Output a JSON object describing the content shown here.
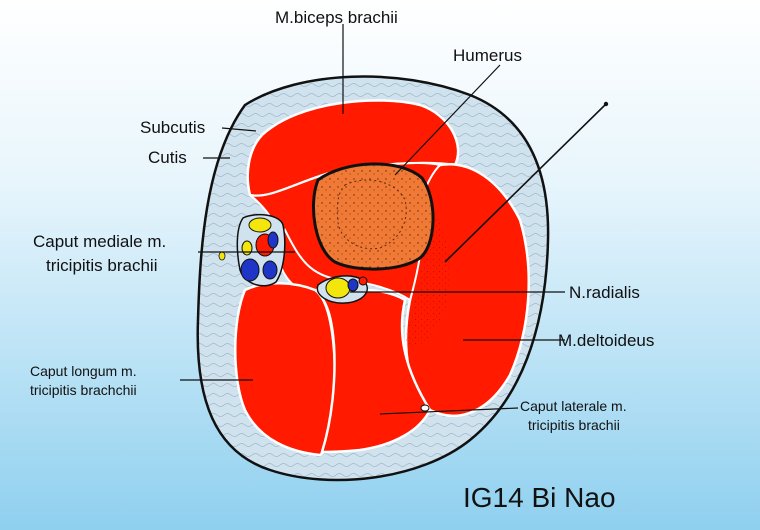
{
  "title": "IG14 Bi Nao",
  "labels": {
    "biceps": "M.biceps brachii",
    "humerus": "Humerus",
    "subcutis": "Subcutis",
    "cutis": "Cutis",
    "caput_mediale_1": "Caput mediale m.",
    "caput_mediale_2": "tricipitis brachii",
    "n_radialis": "N.radialis",
    "deltoideus": "M.deltoideus",
    "caput_longum_1": "Caput longum m.",
    "caput_longum_2": "tricipitis brachchii",
    "caput_laterale_1": "Caput laterale m.",
    "caput_laterale_2": "tricipitis brachii"
  },
  "colors": {
    "background_top": "#ffffff",
    "background_bottom": "#8fd0ef",
    "muscle": "#ff1a00",
    "bone": "#f07a35",
    "subcutis": "#cfe2ee",
    "nerve": "#f2e60c",
    "vessel": "#1f35c8",
    "outline": "#111111",
    "fascia": "#ffffff"
  }
}
